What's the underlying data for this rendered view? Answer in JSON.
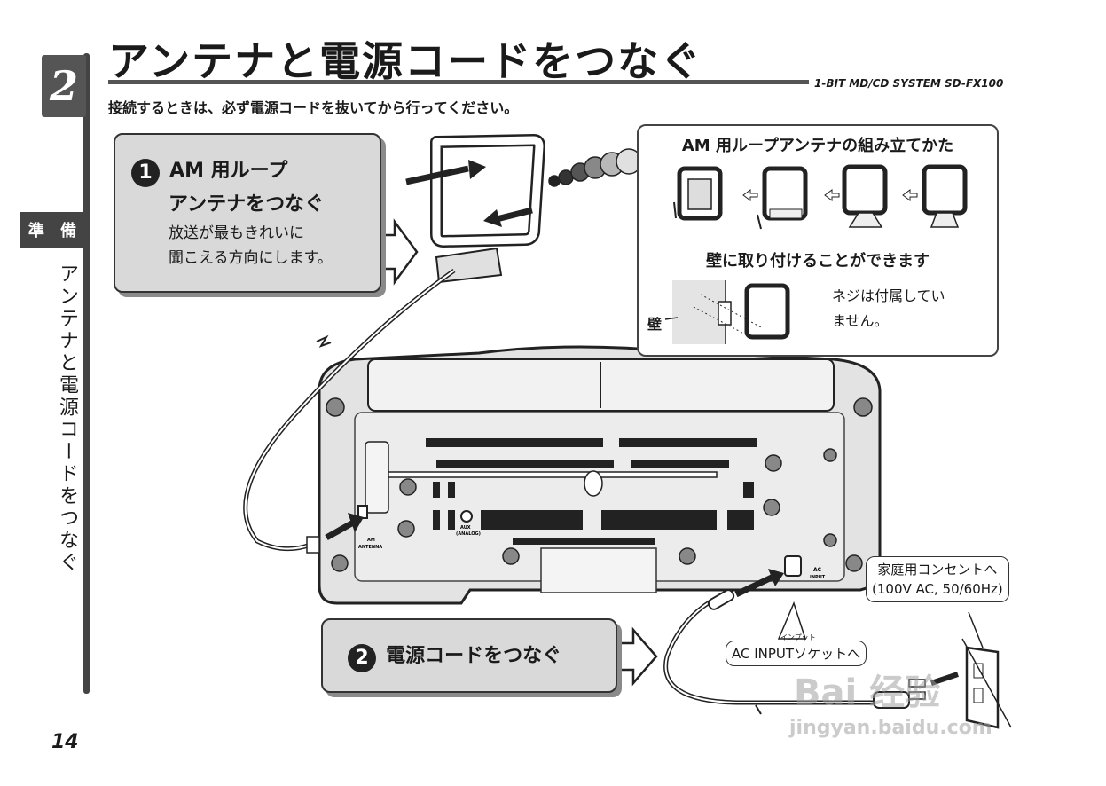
{
  "chapter": {
    "number": "2",
    "tab": "準 備",
    "side_title": "アンテナと電源コードをつなぐ"
  },
  "header": {
    "title": "アンテナと電源コードをつなぐ",
    "model": "1-BIT MD/CD SYSTEM  SD-FX100",
    "instruction": "接続するときは、必ず電源コードを抜いてから行ってください。"
  },
  "step1": {
    "number": "1",
    "title_line1": "AM 用ループ",
    "title_line2": "アンテナをつなぐ",
    "desc_line1": "放送が最もきれいに",
    "desc_line2": "聞こえる方向にします。"
  },
  "inset": {
    "heading": "AM 用ループアンテナの組み立てかた",
    "wall_heading": "壁に取り付けることができます",
    "wall_label": "壁",
    "note_line1": "ネジは付属してい",
    "note_line2": "ません。"
  },
  "device_labels": {
    "am_antenna_1": "AM",
    "am_antenna_2": "ANTENNA",
    "aux_1": "AUX",
    "aux_2": "(ANALOG)",
    "ac_1": "AC",
    "ac_2": "INPUT"
  },
  "step2": {
    "number": "2",
    "title": "電源コードをつなぐ"
  },
  "labels": {
    "outlet_line1": "家庭用コンセントへ",
    "outlet_line2": "(100V AC, 50/60Hz)",
    "ac_input": "AC INPUTソケットへ",
    "ac_input_ruby": "インプット"
  },
  "watermark": {
    "brand": "Bai 经验",
    "url": "jingyan.baidu.com"
  },
  "page_number": "14",
  "colors": {
    "dark": "#444444",
    "callout_bg": "#d9d9d9",
    "device": "#e8e8e8"
  }
}
